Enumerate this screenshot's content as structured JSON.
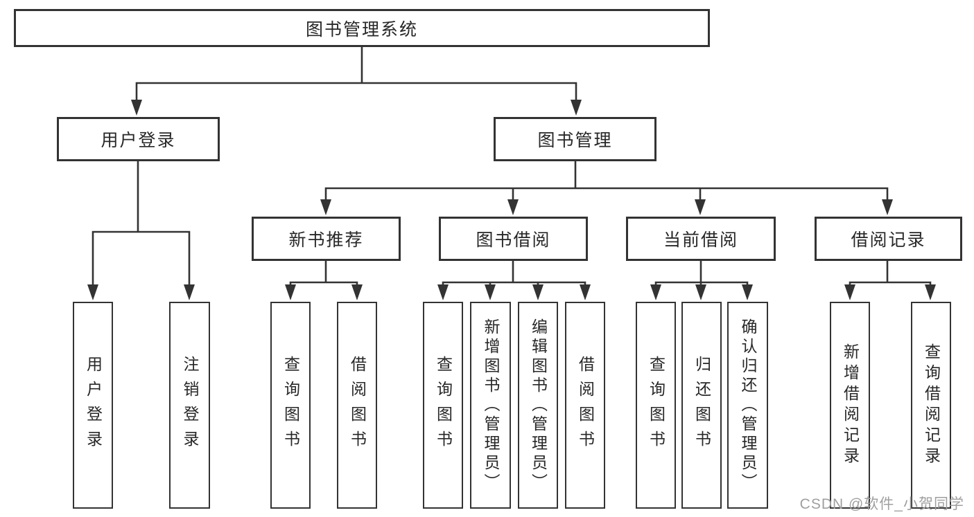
{
  "diagram": {
    "root": {
      "label": "图书管理系统"
    },
    "level2": [
      {
        "label": "用户登录"
      },
      {
        "label": "图书管理"
      }
    ],
    "level3": [
      {
        "label": "新书推荐"
      },
      {
        "label": "图书借阅"
      },
      {
        "label": "当前借阅"
      },
      {
        "label": "借阅记录"
      }
    ],
    "leaves": {
      "user_login": [
        {
          "label": "用户登录"
        },
        {
          "label": "注销登录"
        }
      ],
      "new_book": [
        {
          "label": "查询图书"
        },
        {
          "label": "借阅图书"
        }
      ],
      "book_borrow": [
        {
          "label": "查询图书"
        },
        {
          "label": "新增图书（管理员）"
        },
        {
          "label": "编辑图书（管理员）"
        },
        {
          "label": "借阅图书"
        }
      ],
      "current_borrow": [
        {
          "label": "查询图书"
        },
        {
          "label": "归还图书"
        },
        {
          "label": "确认归还（管理员）"
        }
      ],
      "borrow_records": [
        {
          "label": "新增借阅记录"
        },
        {
          "label": "查询借阅记录"
        }
      ]
    },
    "watermark": "CSDN @软件_小贺同学",
    "colors": {
      "line": "#333333",
      "box_border": "#333333",
      "text": "#272727",
      "watermark": "#9f9f9f",
      "background": "#ffffff"
    }
  }
}
